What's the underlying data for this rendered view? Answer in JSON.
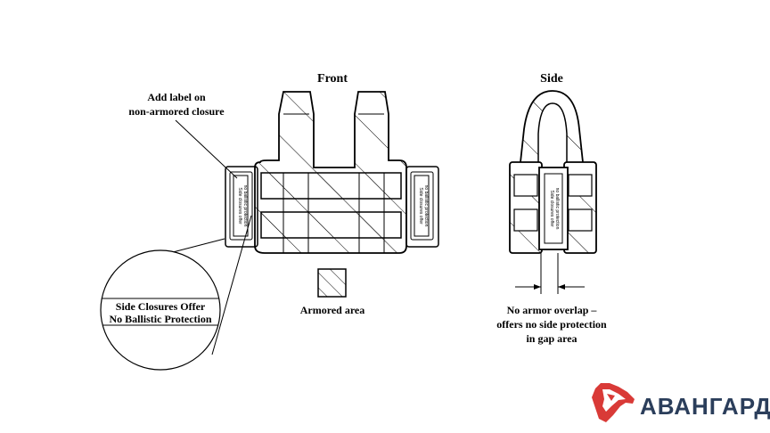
{
  "front": {
    "title": "Front"
  },
  "side": {
    "title": "Side"
  },
  "label_note": {
    "line1": "Add label on",
    "line2": "non-armored closure"
  },
  "zoom_note": {
    "line1": "Side Closures Offer",
    "line2": "No Ballistic Protection"
  },
  "legend": {
    "label": "Armored area"
  },
  "gap_note": {
    "line1": "No armor overlap –",
    "line2": "offers  no side protection",
    "line3": "in gap area"
  },
  "tiny_label": {
    "line1": "Side closures offer",
    "line2": "no ballistic protection"
  },
  "brand": {
    "name": "АВАНГАРД",
    "color": "#2b3e5b",
    "accent": "#d93a37"
  },
  "colors": {
    "line": "#000000",
    "hatch": "#000000"
  }
}
